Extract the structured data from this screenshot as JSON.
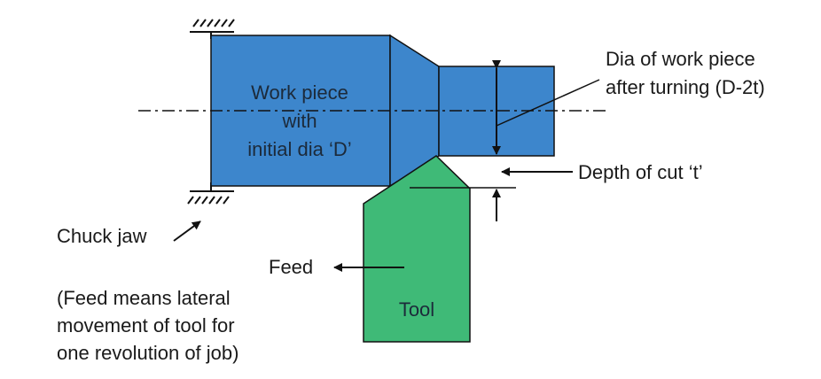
{
  "colors": {
    "workpiece": "#3d86cc",
    "tool": "#3fba77",
    "outline": "#111111",
    "text": "#1a1a1a"
  },
  "labels": {
    "workpiece_line1": "Work piece",
    "workpiece_line2": "with",
    "workpiece_line3": "initial dia ‘D’",
    "dia_after_line1": "Dia of work piece",
    "dia_after_line2": "after turning (D-2t)",
    "depth_of_cut": "Depth of cut ‘t’",
    "chuck_jaw": "Chuck jaw",
    "feed": "Feed",
    "tool": "Tool",
    "feed_note_line1": "(Feed means lateral",
    "feed_note_line2": "movement of tool for",
    "feed_note_line3": "one revolution of job)"
  }
}
